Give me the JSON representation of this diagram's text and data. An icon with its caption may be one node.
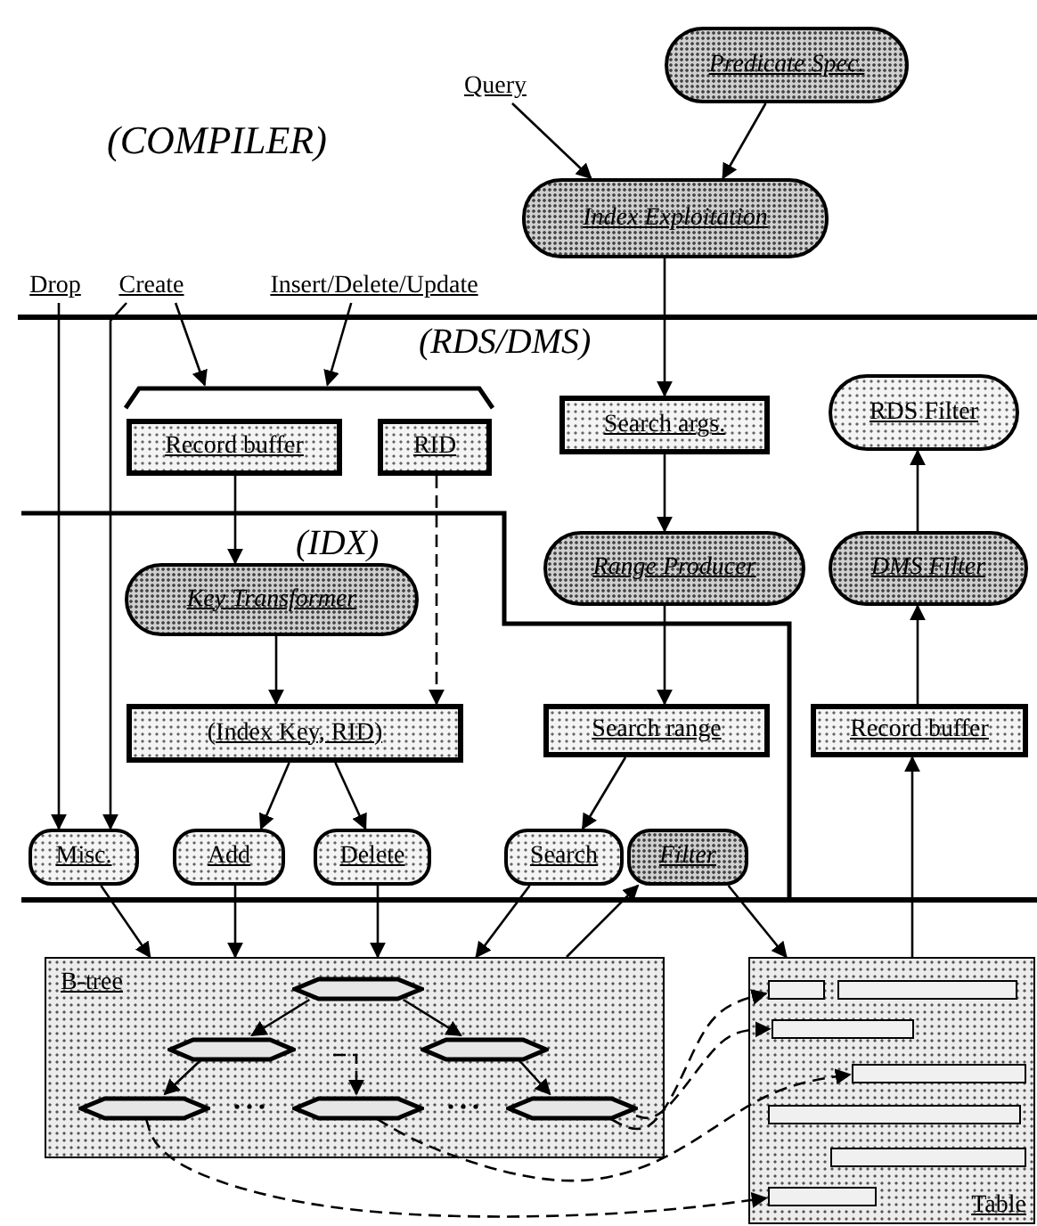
{
  "diagram": {
    "nodes": [
      {
        "text": [
          "Predicate Spec."
        ]
      },
      {
        "text": [
          "Query"
        ]
      },
      {
        "text": [
          "Index Exploitation"
        ]
      },
      {
        "text": [
          "Drop"
        ]
      },
      {
        "text": [
          "Create"
        ]
      },
      {
        "text": [
          "Insert/Delete/Update"
        ]
      },
      {
        "text": [
          "Record buffer"
        ]
      },
      {
        "text": [
          "RID"
        ]
      },
      {
        "text": [
          "Search args."
        ]
      },
      {
        "text": [
          "RDS Filter"
        ]
      },
      {
        "text": [
          "Key Transformer"
        ]
      },
      {
        "text": [
          "Range Producer"
        ]
      },
      {
        "text": [
          "DMS Filter"
        ]
      },
      {
        "text": [
          "(Index Key, RID)"
        ]
      },
      {
        "text": [
          "Search range"
        ]
      },
      {
        "text": [
          "Record buffer"
        ]
      },
      {
        "text": [
          "Misc."
        ]
      },
      {
        "text": [
          "Add"
        ]
      },
      {
        "text": [
          "Delete"
        ]
      },
      {
        "text": [
          "Search"
        ]
      },
      {
        "text": [
          "Filter"
        ]
      },
      {
        "text": [
          "B-tree"
        ]
      },
      {
        "text": [],
        "shape": "hexagon",
        "in": 21
      },
      {
        "text": [],
        "shape": "hexagon",
        "in": 21
      },
      {
        "text": [],
        "shape": "hexagon",
        "in": 21
      },
      {
        "text": [],
        "shape": "hexagon",
        "in": 21
      },
      {
        "text": [],
        "shape": "hexagon",
        "in": 21
      },
      {
        "text": [],
        "shape": "hexagon",
        "in": 21
      },
      {
        "text": [
          "Table"
        ]
      },
      {
        "text": [],
        "shape": "bar",
        "in": 28
      },
      {
        "text": [],
        "shape": "bar",
        "in": 28
      },
      {
        "text": [],
        "shape": "bar",
        "in": 28
      },
      {
        "text": [],
        "shape": "bar",
        "in": 28
      },
      {
        "text": [],
        "shape": "bar",
        "in": 28
      },
      {
        "text": [],
        "shape": "bar",
        "in": 28
      },
      {
        "text": [],
        "shape": "bar",
        "in": 28
      },
      {
        "text": [],
        "shape": "bracket"
      }
    ],
    "edges": [
      {
        "from": 1,
        "to": 2,
        "arrow": "to"
      },
      {
        "from": 0,
        "to": 2,
        "arrow": "to"
      },
      {
        "from": 2,
        "to": 8,
        "arrow": "to"
      },
      {
        "from": 3,
        "to": 16,
        "arrow": "to"
      },
      {
        "from": 4,
        "to": 16,
        "arrow": "to"
      },
      {
        "from": 4,
        "to": 36,
        "arrow": "to"
      },
      {
        "from": 5,
        "to": 36,
        "arrow": "to"
      },
      {
        "from": 6,
        "to": 10,
        "arrow": "to"
      },
      {
        "from": 7,
        "to": 13,
        "arrow": "to",
        "style": "dashed"
      },
      {
        "from": 10,
        "to": 13,
        "arrow": "to"
      },
      {
        "from": 13,
        "to": 17,
        "arrow": "to"
      },
      {
        "from": 13,
        "to": 18,
        "arrow": "to"
      },
      {
        "from": 8,
        "to": 11,
        "arrow": "to"
      },
      {
        "from": 11,
        "to": 14,
        "arrow": "to"
      },
      {
        "from": 14,
        "to": 19,
        "arrow": "to"
      },
      {
        "from": 16,
        "to": 21,
        "arrow": "to"
      },
      {
        "from": 17,
        "to": 21,
        "arrow": "to"
      },
      {
        "from": 18,
        "to": 21,
        "arrow": "to"
      },
      {
        "from": 19,
        "to": 21,
        "arrow": "to"
      },
      {
        "from": 21,
        "to": 20,
        "arrow": "to"
      },
      {
        "from": 20,
        "to": 28,
        "arrow": "to"
      },
      {
        "from": 28,
        "to": 15,
        "arrow": "to"
      },
      {
        "from": 15,
        "to": 12,
        "arrow": "to"
      },
      {
        "from": 12,
        "to": 9,
        "arrow": "to"
      },
      {
        "from": 22,
        "to": 23,
        "arrow": "to"
      },
      {
        "from": 22,
        "to": 24,
        "arrow": "to"
      },
      {
        "from": 23,
        "to": 25,
        "arrow": "to"
      },
      {
        "from": 24,
        "to": 27,
        "arrow": "to"
      },
      {
        "from": null,
        "to": 26,
        "arrow": "to",
        "style": "dashed"
      },
      {
        "from": 25,
        "to": 35,
        "arrow": "to",
        "style": "dashed"
      },
      {
        "from": 26,
        "to": 32,
        "arrow": "to",
        "style": "dashed"
      },
      {
        "from": 27,
        "to": 29,
        "arrow": "to",
        "style": "dashed"
      },
      {
        "from": 27,
        "to": 31,
        "arrow": "to",
        "style": "dashed"
      }
    ],
    "labels": [
      "(COMPILER)",
      "(RDS/DMS)",
      "(IDX)"
    ]
  }
}
